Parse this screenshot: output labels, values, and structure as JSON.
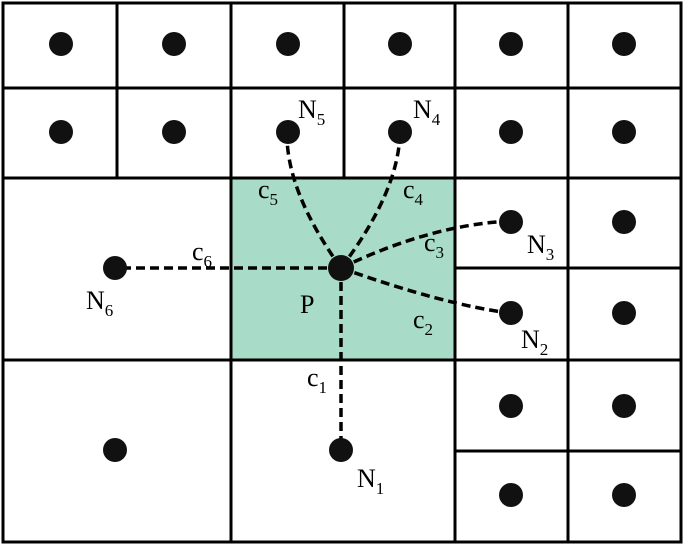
{
  "colors": {
    "line": "#000000",
    "background": "#ffffff",
    "highlight_cell": "#a8dcc8",
    "node": "#111111"
  },
  "center_node": {
    "label": "P"
  },
  "neighbors": [
    {
      "label": "N",
      "sub": "1",
      "coef": "c",
      "coef_sub": "1"
    },
    {
      "label": "N",
      "sub": "2",
      "coef": "c",
      "coef_sub": "2"
    },
    {
      "label": "N",
      "sub": "3",
      "coef": "c",
      "coef_sub": "3"
    },
    {
      "label": "N",
      "sub": "4",
      "coef": "c",
      "coef_sub": "4"
    },
    {
      "label": "N",
      "sub": "5",
      "coef": "c",
      "coef_sub": "5"
    },
    {
      "label": "N",
      "sub": "6",
      "coef": "c",
      "coef_sub": "6"
    }
  ]
}
